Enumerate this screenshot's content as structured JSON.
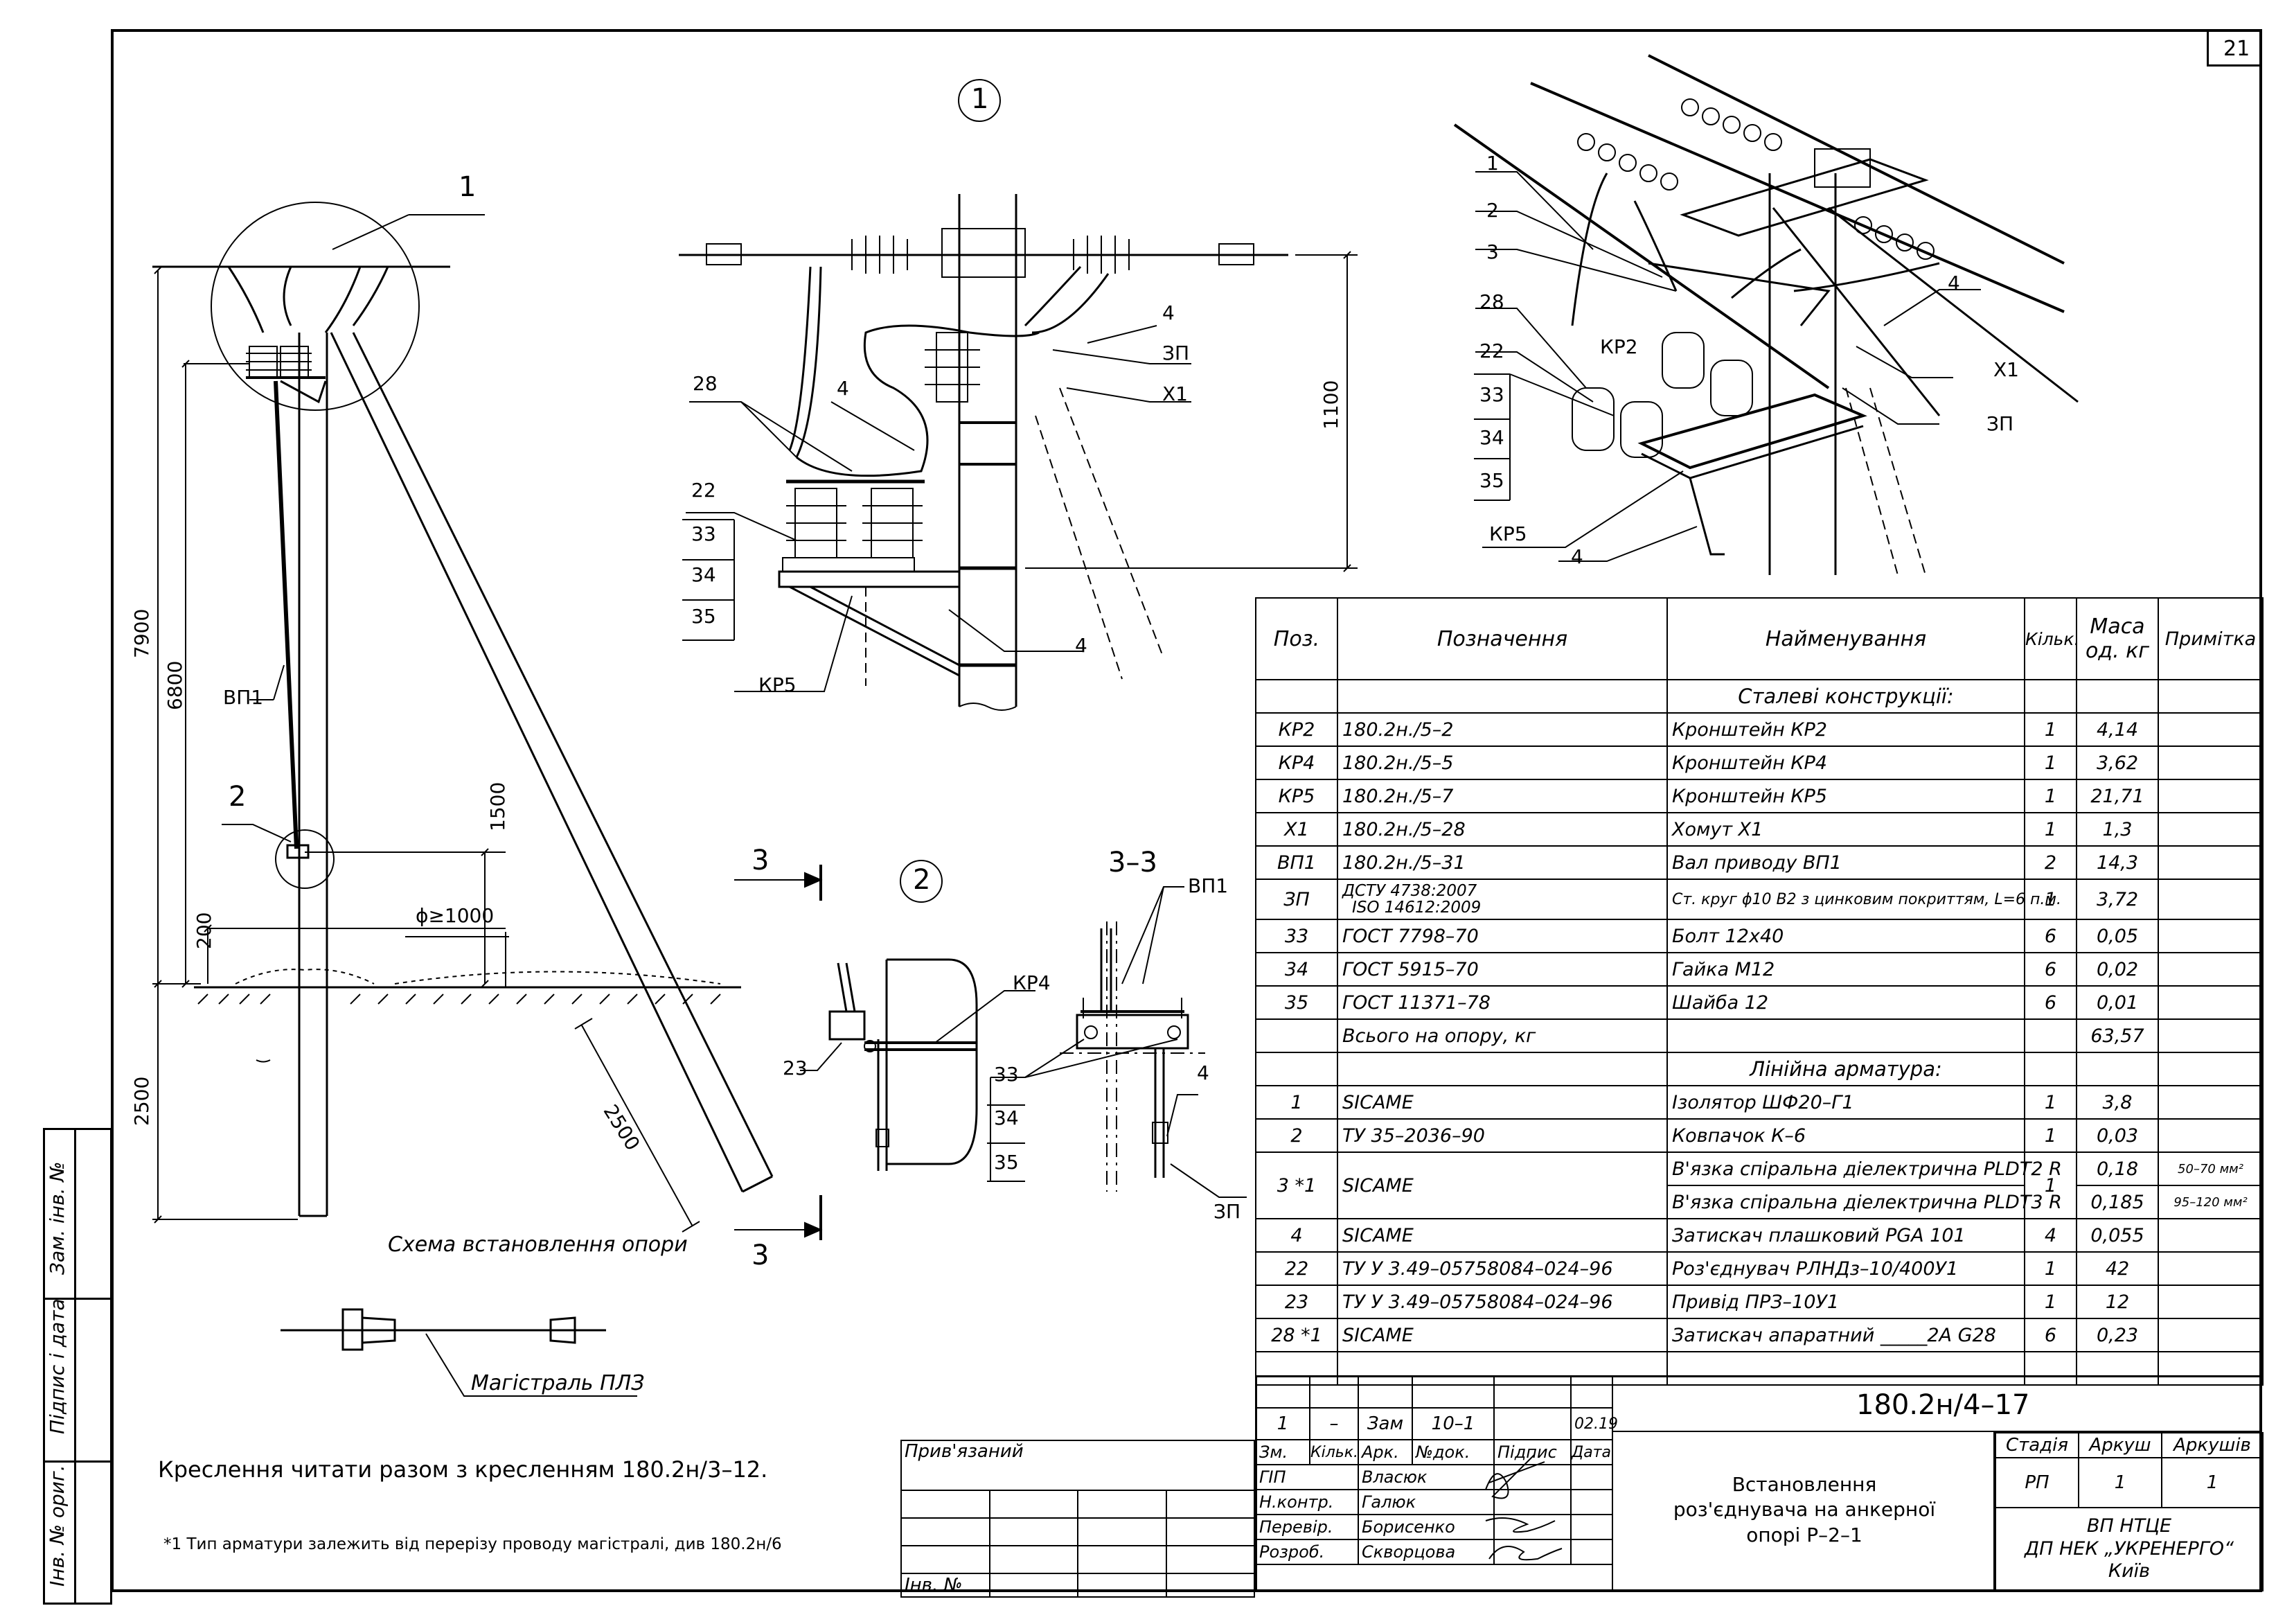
{
  "sheet_number": "21",
  "view_labels": {
    "view1": "1",
    "view2": "2",
    "section_mark": "3",
    "section_view": "3–3",
    "circle1": "1",
    "circle2": "2"
  },
  "pole_scheme": {
    "dims": {
      "d7900": "7900",
      "d6800": "6800",
      "d2500": "2500",
      "d200": "200",
      "d1500": "1500",
      "d_ge": "ϕ≥1000",
      "d2500b": "2500"
    },
    "labels": {
      "vp1": "ВП1",
      "callout1": "1",
      "callout2": "2"
    },
    "caption": "Схема встановлення опори"
  },
  "view1": {
    "dim": "1100",
    "labels": {
      "p4a": "4",
      "zp": "ЗП",
      "x1": "Х1",
      "p28": "28",
      "p4b": "4",
      "p22": "22",
      "p33": "33",
      "p34": "34",
      "p35": "35",
      "p4c": "4",
      "kr5": "КР5"
    }
  },
  "iso": {
    "labels": {
      "p1": "1",
      "p2": "2",
      "p3": "3",
      "p28": "28",
      "kr2": "КР2",
      "p22": "22",
      "p33": "33",
      "p34": "34",
      "p35": "35",
      "kr5": "КР5",
      "p4a": "4",
      "p4b": "4",
      "x1": "Х1",
      "zp": "ЗП"
    }
  },
  "view2": {
    "labels": {
      "kr4": "КР4",
      "p23": "23"
    }
  },
  "section": {
    "labels": {
      "vp1": "ВП1",
      "p33": "33",
      "p34": "34",
      "p35": "35",
      "p4": "4",
      "zp": "ЗП"
    }
  },
  "legend": {
    "label": "Магістраль ПЛЗ"
  },
  "notes": {
    "read_with": "Креслення читати разом з кресленням 180.2н/3–12.",
    "footnote": "*1 Тип арматури залежить від перерізу проводу магістралі, див 180.2н/6"
  },
  "spec_table": {
    "headers": {
      "pos": "Поз.",
      "designation": "Позначення",
      "name": "Найменування",
      "qty": "Кільк.",
      "mass": "Маса од. кг",
      "note": "Примітка"
    },
    "section1": "Сталеві конструкції:",
    "rows1": [
      {
        "pos": "КР2",
        "des": "180.2н./5–2",
        "name": "Кронштейн КР2",
        "qty": "1",
        "mass": "4,14",
        "note": ""
      },
      {
        "pos": "КР4",
        "des": "180.2н./5–5",
        "name": "Кронштейн КР4",
        "qty": "1",
        "mass": "3,62",
        "note": ""
      },
      {
        "pos": "КР5",
        "des": "180.2н./5–7",
        "name": "Кронштейн КР5",
        "qty": "1",
        "mass": "21,71",
        "note": ""
      },
      {
        "pos": "Х1",
        "des": "180.2н./5–28",
        "name": "Хомут Х1",
        "qty": "1",
        "mass": "1,3",
        "note": ""
      },
      {
        "pos": "ВП1",
        "des": "180.2н./5–31",
        "name": "Вал приводу ВП1",
        "qty": "2",
        "mass": "14,3",
        "note": ""
      }
    ],
    "row_zp": {
      "pos": "ЗП",
      "des1": "ДСТУ 4738:2007",
      "des2": "ISO 14612:2009",
      "name": "Ст. круг ϕ10 В2 з цинковим покриттям, L=6 п.м.",
      "qty": "1",
      "mass": "3,72"
    },
    "rows2": [
      {
        "pos": "33",
        "des": "ГОСТ 7798–70",
        "name": "Болт 12х40",
        "qty": "6",
        "mass": "0,05",
        "note": ""
      },
      {
        "pos": "34",
        "des": "ГОСТ 5915–70",
        "name": "Гайка М12",
        "qty": "6",
        "mass": "0,02",
        "note": ""
      },
      {
        "pos": "35",
        "des": "ГОСТ 11371–78",
        "name": "Шайба 12",
        "qty": "6",
        "mass": "0,01",
        "note": ""
      }
    ],
    "total": {
      "label": "Всього на опору, кг",
      "mass": "63,57"
    },
    "section2": "Лінійна арматура:",
    "rows3": [
      {
        "pos": "1",
        "des": "SICAME",
        "name": "Ізолятор ШФ20–Г1",
        "qty": "1",
        "mass": "3,8",
        "note": ""
      },
      {
        "pos": "2",
        "des": "ТУ 35–2036–90",
        "name": "Ковпачок К–6",
        "qty": "1",
        "mass": "0,03",
        "note": ""
      }
    ],
    "row_3": {
      "pos": "3 *1",
      "des": "SICAME",
      "name1": "В'язка спіральна діелектрична PLDT2 R",
      "name2": "В'язка спіральна діелектрична PLDT3 R",
      "qty": "1",
      "mass1": "0,18",
      "mass2": "0,185",
      "note1": "50–70 мм²",
      "note2": "95–120 мм²"
    },
    "rows4": [
      {
        "pos": "4",
        "des": "SICAME",
        "name": "Затискач плашковий PGA 101",
        "qty": "4",
        "mass": "0,055",
        "note": ""
      },
      {
        "pos": "22",
        "des": "ТУ У 3.49–05758084–024–96",
        "name": "Роз'єднувач РЛНДз–10/400У1",
        "qty": "1",
        "mass": "42",
        "note": ""
      },
      {
        "pos": "23",
        "des": "ТУ У 3.49–05758084–024–96",
        "name": "Привід ПРЗ–10У1",
        "qty": "1",
        "mass": "12",
        "note": ""
      },
      {
        "pos": "28 *1",
        "des": "SICAME",
        "name": "Затискач апаратний _____2А G28",
        "qty": "6",
        "mass": "0,23",
        "note": ""
      }
    ]
  },
  "title_block": {
    "rev": {
      "zm": "1",
      "kilk": "–",
      "ark": "Зам",
      "ndok": "10–1",
      "date": "02.19"
    },
    "hdr": {
      "zm": "Зм.",
      "kilk": "Кільк.",
      "ark": "Арк.",
      "ndok": "№док.",
      "pidpys": "Підпис",
      "data": "Дата"
    },
    "people": [
      {
        "role": "ГІП",
        "name": "Власюк"
      },
      {
        "role": "Н.контр.",
        "name": "Галюк"
      },
      {
        "role": "Перевір.",
        "name": "Борисенко"
      },
      {
        "role": "Розроб.",
        "name": "Скворцова"
      }
    ],
    "code": "180.2н/4–17",
    "title": "Встановлення роз'єднувача на анкерної опорі Р–2–1",
    "stage_hdr": "Стадія",
    "sheet_hdr": "Аркуш",
    "sheets_hdr": "Аркушів",
    "stage": "РП",
    "sheet": "1",
    "sheets": "1",
    "org1": "ВП НТЦЕ",
    "org2": "ДП НЕК „УКРЕНЕРГО“",
    "org3": "Київ",
    "attached": "Прив'язаний",
    "inv": "Інв. №"
  },
  "side_stamp": {
    "zam": "Зам. інв. №",
    "pidpys": "Підпис і дата",
    "inv": "Інв. № ориг."
  }
}
